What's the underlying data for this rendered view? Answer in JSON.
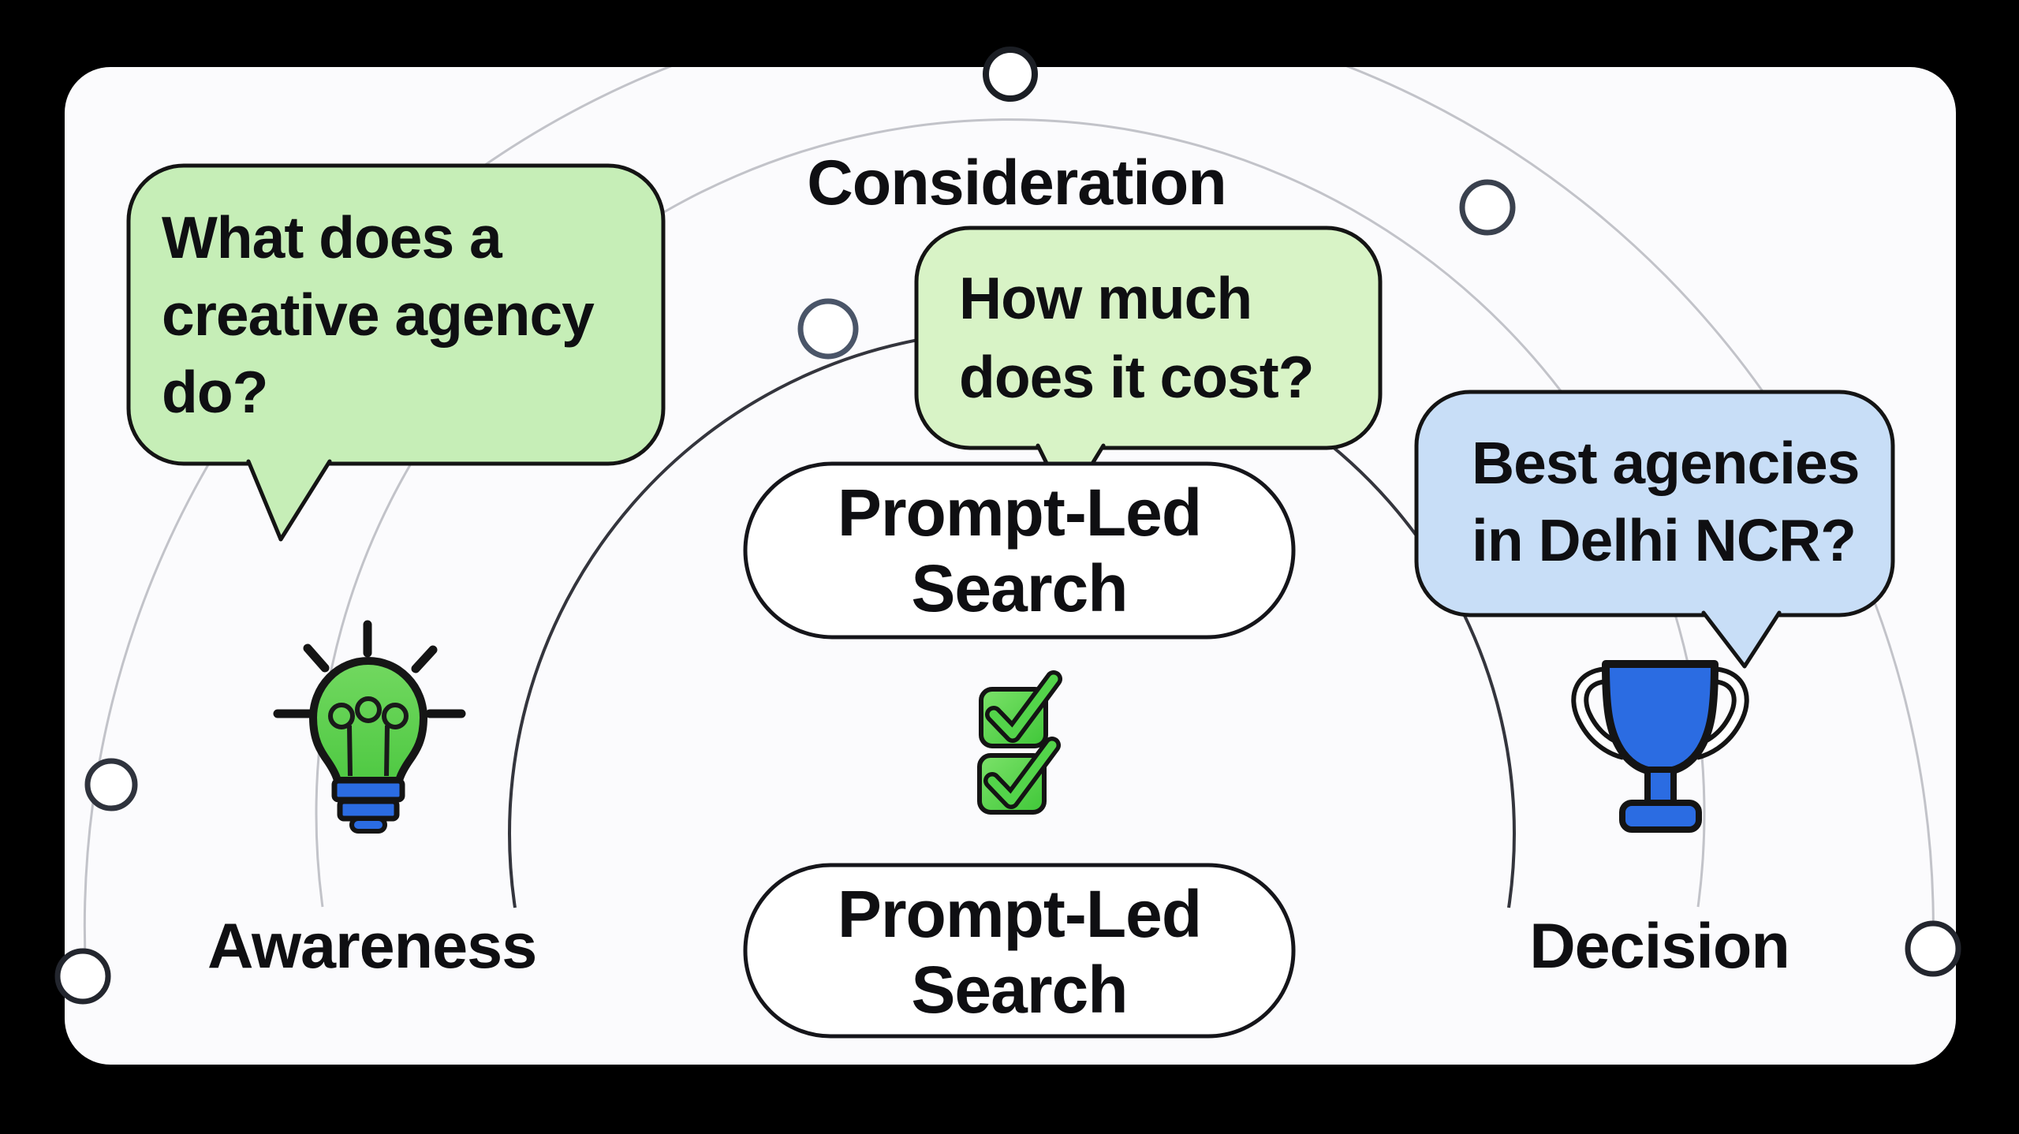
{
  "diagram": {
    "type": "customer-journey-arcs",
    "stages": {
      "awareness": {
        "label": "Awareness"
      },
      "consideration": {
        "label": "Consideration"
      },
      "decision": {
        "label": "Decision"
      }
    },
    "bubbles": {
      "awareness_question": {
        "lines": [
          "What does a",
          "creative agency",
          "do?"
        ]
      },
      "consideration_question": {
        "lines": [
          "How much",
          "does it cost?"
        ]
      },
      "decision_question": {
        "lines": [
          "Best agencies",
          "in Delhi NCR?"
        ]
      }
    },
    "pills": {
      "upper": {
        "lines": [
          "Prompt-Led",
          "Search"
        ]
      },
      "lower": {
        "lines": [
          "Prompt-Led",
          "Search"
        ]
      }
    },
    "icons": {
      "awareness": "lightbulb-icon",
      "consideration": "checklist-icon",
      "decision": "trophy-icon"
    },
    "colors": {
      "background": "#000000",
      "card": "#fbfbfd",
      "green_bubble": "#c6eeb7",
      "light_green_bubble": "#d8f3c6",
      "blue_bubble": "#c8def7",
      "check_green": "#4ecf43",
      "bulb_green": "#5dd04d",
      "accent_blue": "#2b6ce2",
      "outline": "#141414",
      "arc_light": "#c2c3c9",
      "arc_dark": "#34353d"
    }
  }
}
